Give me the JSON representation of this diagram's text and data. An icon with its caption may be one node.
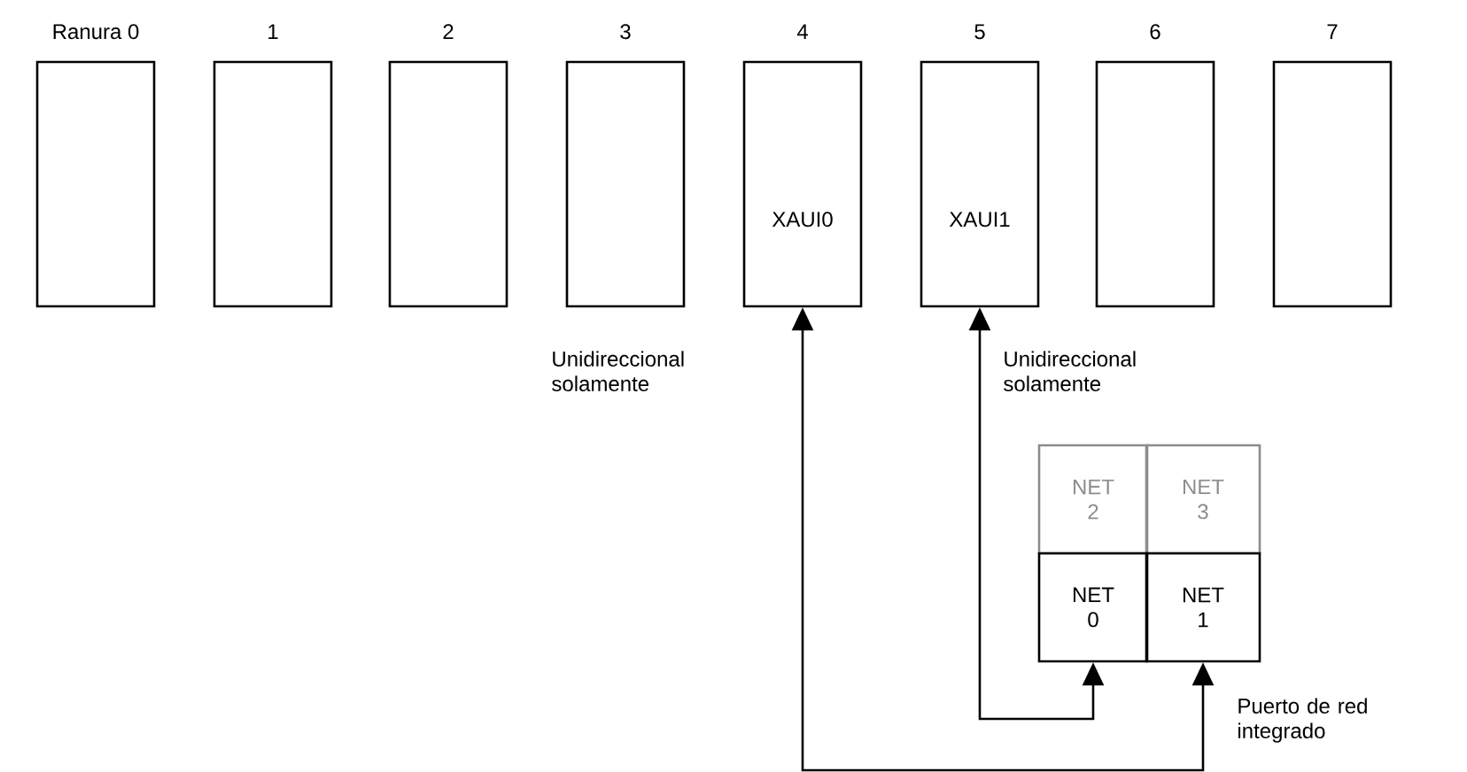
{
  "diagram": {
    "nodes": [
      {
        "text": [
          "Ranura 0"
        ]
      },
      {
        "text": [
          "1"
        ]
      },
      {
        "text": [
          "2"
        ]
      },
      {
        "text": [
          "3"
        ]
      },
      {
        "text": [
          "4",
          "XAUI0"
        ]
      },
      {
        "text": [
          "5",
          "XAUI1"
        ]
      },
      {
        "text": [
          "6"
        ]
      },
      {
        "text": [
          "7"
        ]
      },
      {
        "text": [
          "NET 2"
        ]
      },
      {
        "text": [
          "NET 3"
        ]
      },
      {
        "text": [
          "NET 0"
        ]
      },
      {
        "text": [
          "NET 1"
        ]
      }
    ],
    "edges": [
      {
        "from": 10,
        "to": 5,
        "arrow": "both"
      },
      {
        "from": 11,
        "to": 4,
        "arrow": "both"
      }
    ],
    "labels": [
      "Unidireccional solamente",
      "Unidireccional solamente",
      "Puerto de red integrado"
    ]
  }
}
